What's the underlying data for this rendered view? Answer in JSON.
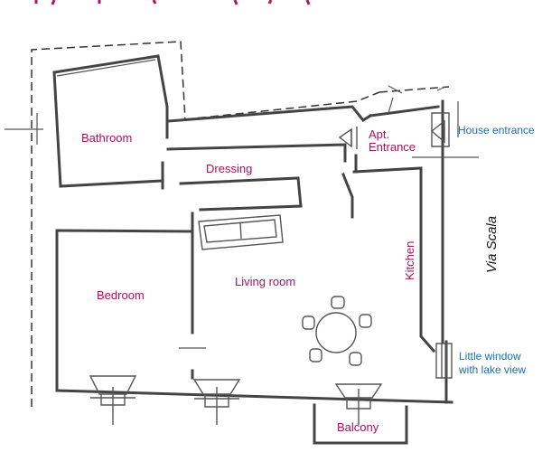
{
  "colors": {
    "room_label": "#a0155e",
    "annotation": "#1a6fb0",
    "street": "#111111",
    "wall": "#444444"
  },
  "rooms": {
    "bathroom": "Bathroom",
    "dressing": "Dressing",
    "apt_entrance_line1": "Apt.",
    "apt_entrance_line2": "Entrance",
    "kitchen": "Kitchen",
    "living_room": "Living room",
    "bedroom": "Bedroom",
    "balcony": "Balcony"
  },
  "annotations": {
    "house_entrance": "House entrance",
    "window_line1": "Little window",
    "window_line2": "with lake view"
  },
  "street_name": "Via Scala"
}
